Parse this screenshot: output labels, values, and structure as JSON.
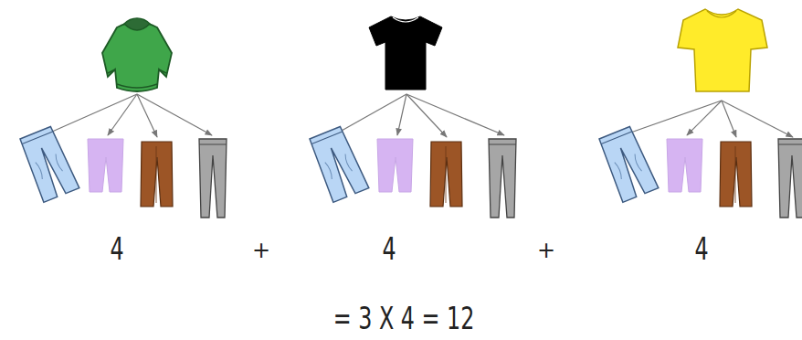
{
  "diagram": {
    "labels": [
      "4",
      "+",
      "4",
      "+",
      "4",
      "= 3 X 4 = 12"
    ]
  }
}
